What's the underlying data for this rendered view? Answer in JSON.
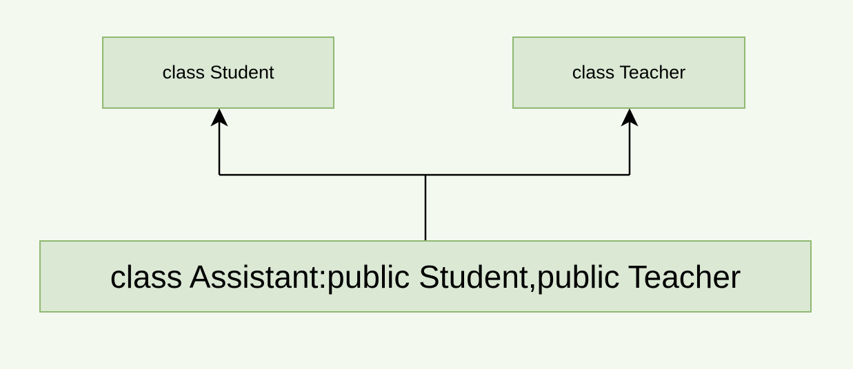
{
  "diagram": {
    "nodes": {
      "student": {
        "label": "class Student"
      },
      "teacher": {
        "label": "class Teacher"
      },
      "assistant": {
        "label": "class Assistant:public Student,public Teacher"
      }
    },
    "edges": [
      {
        "from": "assistant",
        "to": "student",
        "type": "inheritance-arrow"
      },
      {
        "from": "assistant",
        "to": "teacher",
        "type": "inheritance-arrow"
      }
    ],
    "colors": {
      "background": "#f4f9f0",
      "node_fill": "#dae8d4",
      "node_border": "#8fb86f",
      "edge": "#000000"
    }
  }
}
